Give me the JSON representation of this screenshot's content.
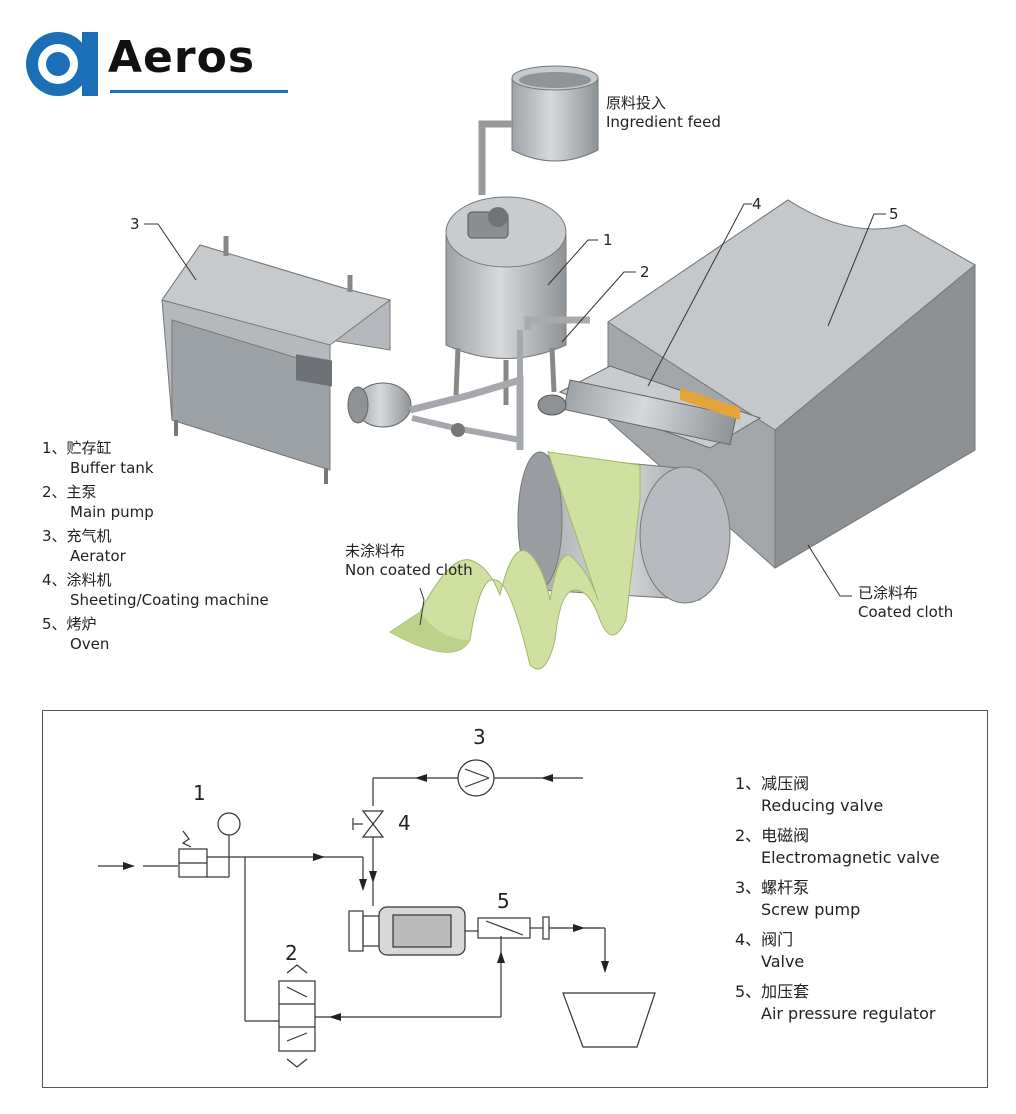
{
  "logo": {
    "text": "Aeros",
    "color": "#1b6fb6"
  },
  "feed": {
    "cn": "原料投入",
    "en": "Ingredient feed"
  },
  "callouts": {
    "n1": "1",
    "n2": "2",
    "n3": "3",
    "n4": "4",
    "n5": "5"
  },
  "legend_top": [
    {
      "cn": "1、贮存缸",
      "en": "Buffer tank"
    },
    {
      "cn": "2、主泵",
      "en": "Main pump"
    },
    {
      "cn": "3、充气机",
      "en": "Aerator"
    },
    {
      "cn": "4、涂料机",
      "en": "Sheeting/Coating machine"
    },
    {
      "cn": "5、烤炉",
      "en": "Oven"
    }
  ],
  "non_coated": {
    "cn": "未涂料布",
    "en": "Non coated cloth"
  },
  "coated": {
    "cn": "已涂料布",
    "en": "Coated cloth"
  },
  "schematic": {
    "numbers": {
      "n1": "1",
      "n2": "2",
      "n3": "3",
      "n4": "4",
      "n5": "5"
    },
    "legend": [
      {
        "cn": "1、减压阀",
        "en": "Reducing valve"
      },
      {
        "cn": "2、电磁阀",
        "en": "Electromagnetic valve"
      },
      {
        "cn": "3、螺杆泵",
        "en": "Screw pump"
      },
      {
        "cn": "4、阀门",
        "en": "Valve"
      },
      {
        "cn": "5、加压套",
        "en": "Air pressure regulator"
      }
    ]
  },
  "colors": {
    "metal": "#b9bdc1",
    "metal_dark": "#8d9296",
    "oven": "#a3a6a9",
    "cloth": "#cfe0a1",
    "cloth_edge": "#9fb86a",
    "orange": "#e4a43a"
  }
}
